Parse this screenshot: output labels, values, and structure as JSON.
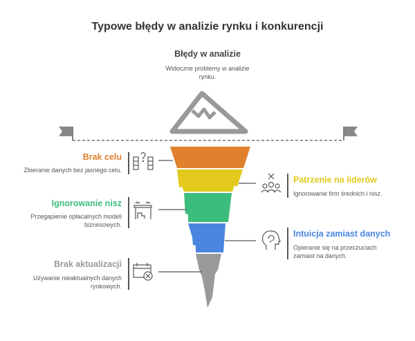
{
  "title": "Typowe błędy w analizie rynku i konkurencji",
  "top": {
    "heading": "Błędy w analizie",
    "subtitle": "Widoczne problemy w analizie rynku."
  },
  "items": [
    {
      "title": "Brak celu",
      "desc": "Zbieranie danych bez jasnego celu.",
      "color": "#e0812e",
      "icon": "question-database-icon"
    },
    {
      "title": "Patrzenie na liderów",
      "desc": "Ignorowanie firm średnich i nisz.",
      "color": "#e2c91c",
      "icon": "group-cross-icon"
    },
    {
      "title": "Ignorowanie nisz",
      "desc": "Przegapienie opłacalnych modeli biznesowych.",
      "color": "#3dbd7d",
      "icon": "hidden-niche-icon"
    },
    {
      "title": "Intuicja zamiast danych",
      "desc": "Opieranie się na przeczuciach zamiast na danych.",
      "color": "#4a86e0",
      "icon": "head-intuition-icon"
    },
    {
      "title": "Brak aktualizacji",
      "desc": "Używanie nieaktualnych danych rynkowych.",
      "color": "#999999",
      "icon": "calendar-cancel-icon"
    }
  ]
}
